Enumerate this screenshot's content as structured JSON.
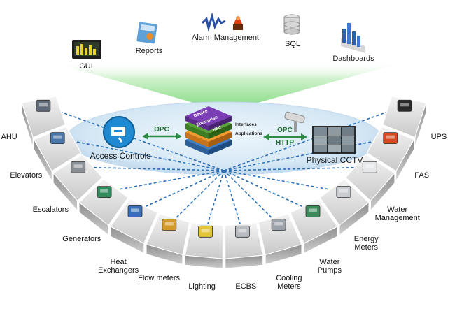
{
  "top_items": [
    {
      "id": "gui",
      "label": "GUI",
      "icon": "gui-monitor-icon"
    },
    {
      "id": "reports",
      "label": "Reports",
      "icon": "reports-book-icon"
    },
    {
      "id": "alarm",
      "label": "Alarm Management",
      "icon": "alarm-beacon-icon"
    },
    {
      "id": "sql",
      "label": "SQL",
      "icon": "database-icon"
    },
    {
      "id": "dashboards",
      "label": "Dashboards",
      "icon": "dashboard-chart-icon"
    }
  ],
  "core": {
    "layers": [
      "Device",
      "Enterprise",
      "HMI"
    ],
    "captions": [
      "Interfaces",
      "Applications"
    ]
  },
  "left_link": {
    "label": "Access Controls",
    "protocol": "OPC",
    "icon": "access-card-icon"
  },
  "right_link": {
    "label": "Physical CCTV",
    "protocol_top": "OPC",
    "protocol_bottom": "HTTP",
    "icon": "cctv-camera-icon"
  },
  "devices": [
    {
      "label": "AHU",
      "icon": "ahu-unit-icon"
    },
    {
      "label": "Elevators",
      "icon": "elevator-icon"
    },
    {
      "label": "Escalators",
      "icon": "escalator-icon"
    },
    {
      "label": "Generators",
      "icon": "generator-icon"
    },
    {
      "label": "Heat\nExchangers",
      "icon": "heat-exchanger-icon"
    },
    {
      "label": "Flow meters",
      "icon": "flow-meter-icon"
    },
    {
      "label": "Lighting",
      "icon": "lighting-icon"
    },
    {
      "label": "ECBS",
      "icon": "ecbs-panel-icon"
    },
    {
      "label": "Cooling\nMeters",
      "icon": "cooling-meter-icon"
    },
    {
      "label": "Water\nPumps",
      "icon": "water-pump-icon"
    },
    {
      "label": "Energy\nMeters",
      "icon": "energy-meter-icon"
    },
    {
      "label": "Water\nManagement",
      "icon": "water-tank-icon"
    },
    {
      "label": "FAS",
      "icon": "fire-alarm-icon"
    },
    {
      "label": "UPS",
      "icon": "ups-icon"
    }
  ],
  "colors": {
    "beam": "#9be59a",
    "ellipse": "#cfe3f2",
    "arrow": "#2e8b45",
    "dash": "#2b6fb5",
    "arc_top": "#dcdcdc",
    "arc_side": "#9a9a9a"
  }
}
